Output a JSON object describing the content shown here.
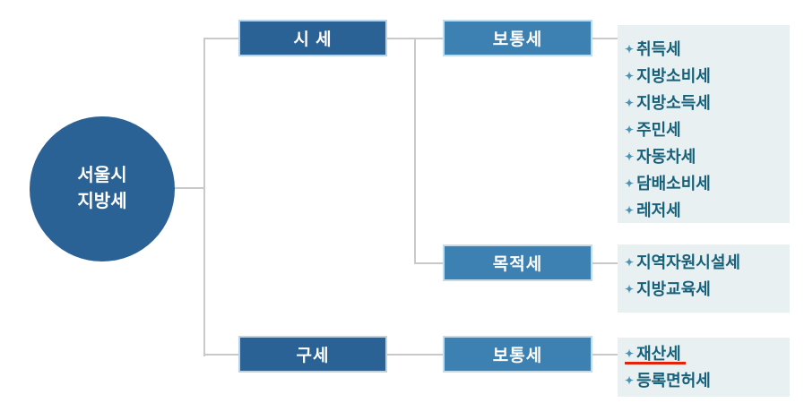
{
  "root": {
    "label": "서울시\n지방세"
  },
  "level1": [
    {
      "label": "시 세"
    },
    {
      "label": "구세"
    }
  ],
  "level2": [
    {
      "label": "보통세"
    },
    {
      "label": "목적세"
    },
    {
      "label": "보통세"
    }
  ],
  "bullet_glyph": "✦",
  "panels": [
    {
      "items": [
        "취득세",
        "지방소비세",
        "지방소득세",
        "주민세",
        "자동차세",
        "담배소비세",
        "레저세"
      ]
    },
    {
      "items": [
        "지역자원시설세",
        "지방교육세"
      ]
    },
    {
      "items": [
        "재산세",
        "등록면허세"
      ],
      "highlighted_item": "재산세"
    }
  ],
  "colors": {
    "dark_blue": "#2b6296",
    "mid_blue": "#3c81b1",
    "panel_bg": "#e9f0f2",
    "line_gray": "#c9c9c9",
    "text_teal": "#15607a",
    "bullet_teal": "#4e92b0",
    "underline_red": "#e52207",
    "text_white": "#ffffff"
  }
}
